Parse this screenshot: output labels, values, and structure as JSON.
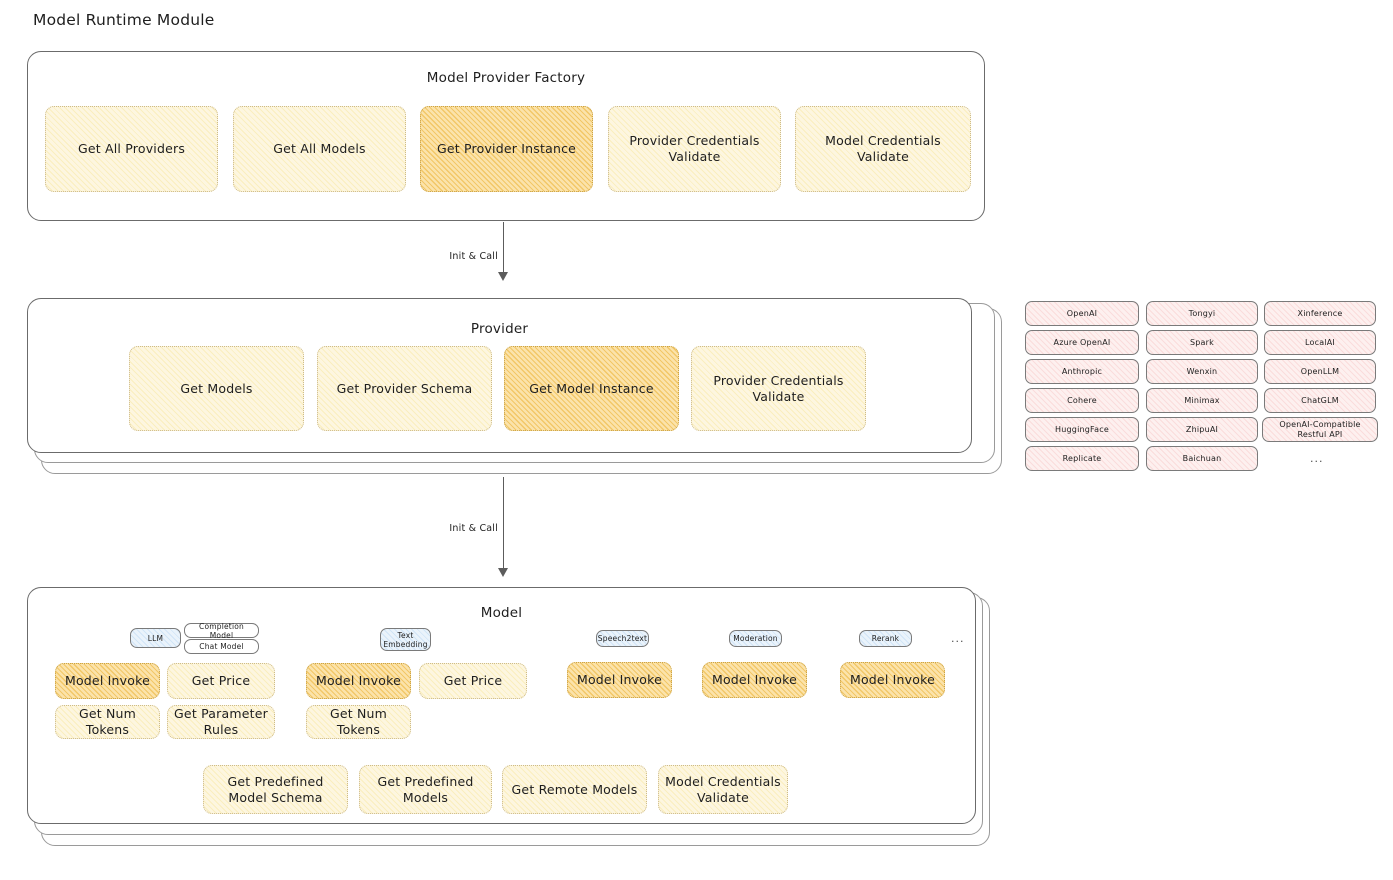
{
  "page": {
    "title": "Model Runtime Module"
  },
  "factory": {
    "title": "Model Provider Factory",
    "nodes": [
      {
        "label": "Get All Providers",
        "style": "yellow"
      },
      {
        "label": "Get All Models",
        "style": "yellow"
      },
      {
        "label": "Get Provider Instance",
        "style": "amber"
      },
      {
        "label": "Provider Credentials Validate",
        "style": "yellow"
      },
      {
        "label": "Model Credentials Validate",
        "style": "yellow"
      }
    ]
  },
  "arrows": [
    {
      "label": "Init & Call"
    },
    {
      "label": "Init & Call"
    }
  ],
  "provider": {
    "title": "Provider",
    "nodes": [
      {
        "label": "Get Models",
        "style": "yellow"
      },
      {
        "label": "Get Provider Schema",
        "style": "yellow"
      },
      {
        "label": "Get Model Instance",
        "style": "amber"
      },
      {
        "label": "Provider Credentials Validate",
        "style": "yellow"
      }
    ]
  },
  "provider_list": {
    "ellipsis": "...",
    "columns": [
      [
        "OpenAI",
        "Azure OpenAI",
        "Anthropic",
        "Cohere",
        "HuggingFace",
        "Replicate"
      ],
      [
        "Tongyi",
        "Spark",
        "Wenxin",
        "Minimax",
        "ZhipuAI",
        "Baichuan"
      ],
      [
        "Xinference",
        "LocalAI",
        "OpenLLM",
        "ChatGLM",
        "OpenAI-Compatible Restful API"
      ]
    ]
  },
  "model": {
    "title": "Model",
    "ellipsis": "...",
    "capabilities": [
      {
        "badge": "LLM",
        "badge_style": "blue",
        "sub_badges": [
          "Completion Model",
          "Chat Model"
        ],
        "methods": [
          {
            "label": "Model Invoke",
            "style": "amber"
          },
          {
            "label": "Get Price",
            "style": "yellow"
          },
          {
            "label": "Get Num Tokens",
            "style": "yellow"
          },
          {
            "label": "Get Parameter Rules",
            "style": "yellow"
          }
        ]
      },
      {
        "badge": "Text Embedding",
        "badge_style": "blue",
        "sub_badges": [],
        "methods": [
          {
            "label": "Model Invoke",
            "style": "amber"
          },
          {
            "label": "Get Price",
            "style": "yellow"
          },
          {
            "label": "Get Num Tokens",
            "style": "yellow"
          }
        ]
      },
      {
        "badge": "Speech2text",
        "badge_style": "blue",
        "sub_badges": [],
        "methods": [
          {
            "label": "Model Invoke",
            "style": "amber"
          }
        ]
      },
      {
        "badge": "Moderation",
        "badge_style": "blue",
        "sub_badges": [],
        "methods": [
          {
            "label": "Model Invoke",
            "style": "amber"
          }
        ]
      },
      {
        "badge": "Rerank",
        "badge_style": "blue",
        "sub_badges": [],
        "methods": [
          {
            "label": "Model Invoke",
            "style": "amber"
          }
        ]
      }
    ],
    "shared_methods": [
      {
        "label": "Get Predefined Model Schema",
        "style": "yellow"
      },
      {
        "label": "Get Predefined Models",
        "style": "yellow"
      },
      {
        "label": "Get Remote Models",
        "style": "yellow"
      },
      {
        "label": "Model Credentials Validate",
        "style": "yellow"
      }
    ]
  }
}
